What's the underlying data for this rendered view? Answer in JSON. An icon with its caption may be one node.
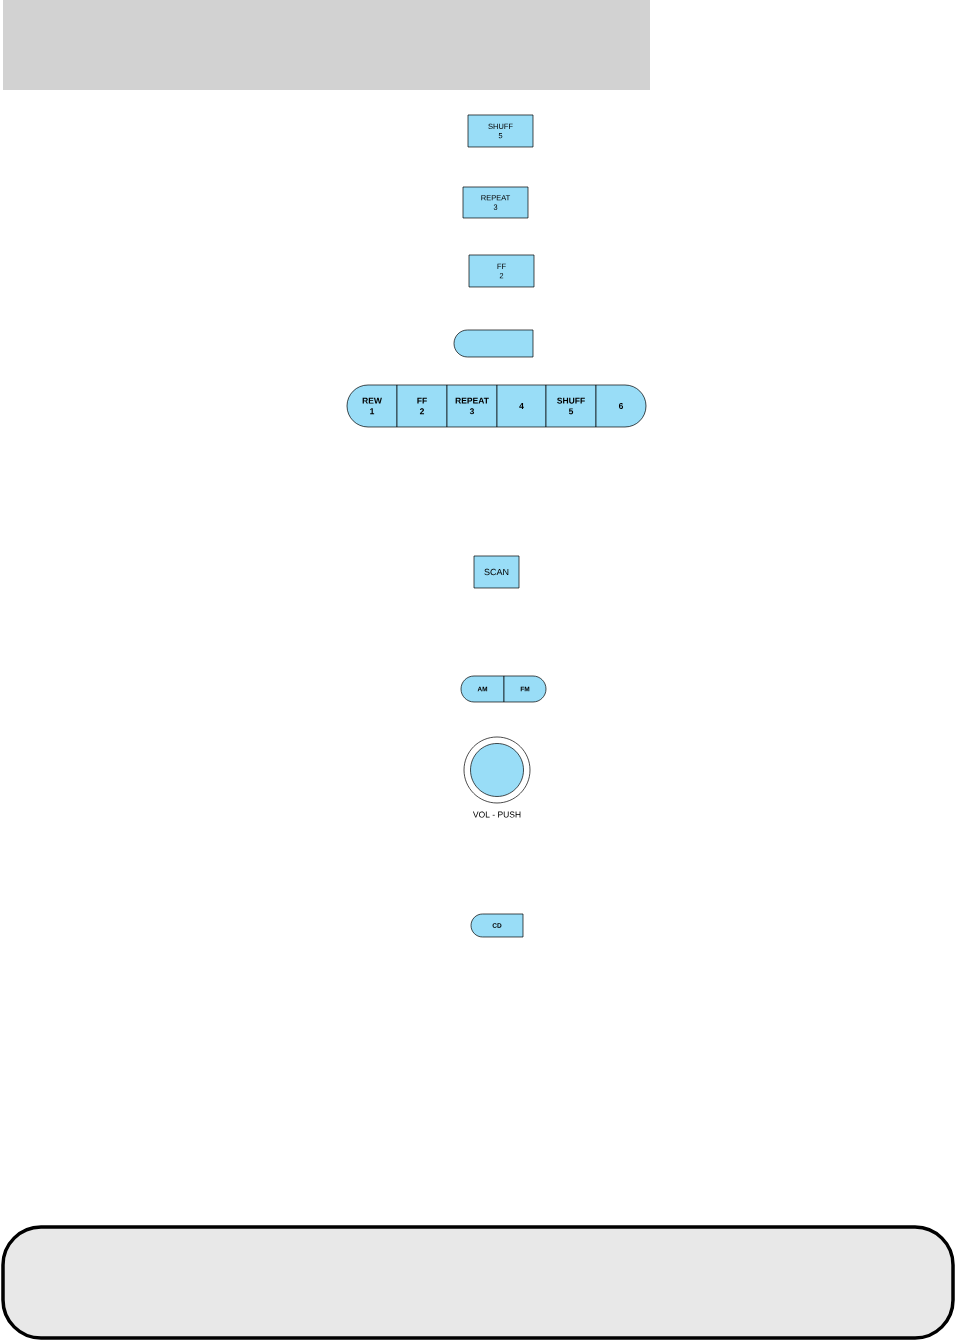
{
  "diagram": {
    "nodes": [
      {
        "text": [
          "SHUFF",
          "5"
        ]
      },
      {
        "text": [
          "REPEAT",
          "3"
        ]
      },
      {
        "text": [
          "FF",
          "2"
        ]
      },
      {
        "text": [],
        "shape": "box"
      },
      {
        "text": [
          "REW",
          "1"
        ]
      },
      {
        "text": [
          "FF",
          "2"
        ]
      },
      {
        "text": [
          "REPEAT",
          "3"
        ]
      },
      {
        "text": [
          "4"
        ]
      },
      {
        "text": [
          "SHUFF",
          "5"
        ]
      },
      {
        "text": [
          "6"
        ]
      },
      {
        "text": [
          "SCAN"
        ]
      },
      {
        "text": [
          "AM"
        ]
      },
      {
        "text": [
          "FM"
        ]
      },
      {
        "text": [],
        "shape": "circle",
        "beside": [
          "VOL - PUSH"
        ]
      },
      {
        "text": [
          "CD"
        ]
      }
    ]
  }
}
